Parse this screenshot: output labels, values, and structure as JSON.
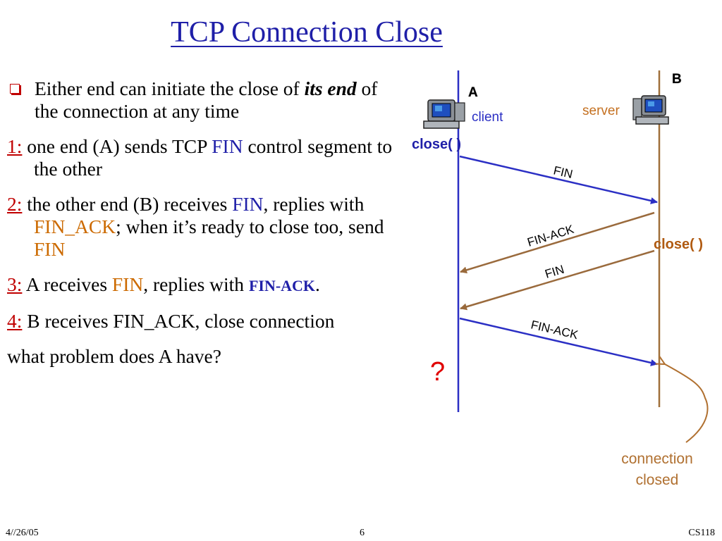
{
  "title": "TCP Connection Close",
  "bullets": {
    "b0": {
      "t1": "Either end can initiate the close of ",
      "em1": "its end",
      "t2": " of the connection at any time"
    },
    "b1": {
      "num": "1:",
      "t1": " one end (A) sends TCP ",
      "fin": "FIN",
      "t2": " control segment to the other"
    },
    "b2": {
      "num": "2:",
      "t1": " the other end (B) receives ",
      "fin": "FIN",
      "t2": ", replies with ",
      "finack": "FIN_ACK",
      "t3": "; when it’s ready to close too, send ",
      "fin2": "FIN"
    },
    "b3": {
      "num": "3:",
      "t1": " A receives ",
      "fin": "FIN",
      "t2": ", replies with ",
      "finack": "FIN-ACK",
      "t3": "."
    },
    "b4": {
      "num": "4:",
      "t1": "  B receives FIN_ACK, close connection"
    },
    "question": "what problem does A have?"
  },
  "diagram": {
    "host_a_label": "A",
    "host_b_label": "B",
    "client_label": "client",
    "server_label": "server",
    "close_a": "close( )",
    "close_b": "close( )",
    "msg_fin_1": "FIN",
    "msg_finack_1": "FIN-ACK",
    "msg_fin_2": "FIN",
    "msg_finack_2": "FIN-ACK",
    "question_mark": "?",
    "connection_closed_1": "connection",
    "connection_closed_2": "closed",
    "colors": {
      "client_line": "#2b2fc4",
      "server_line": "#a0703a",
      "question": "#e00000",
      "annotation": "#b07030"
    }
  },
  "footer": {
    "date": "4//26/05",
    "page": "6",
    "course": "CS118"
  }
}
